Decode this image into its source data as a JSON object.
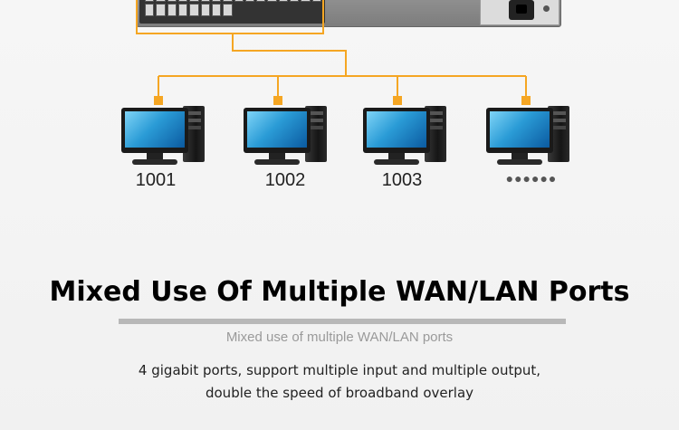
{
  "diagram": {
    "line_color": "#f5a623",
    "computers": [
      {
        "label": "1001"
      },
      {
        "label": "1002"
      },
      {
        "label": "1003"
      },
      {
        "label": "●●●●●●"
      }
    ]
  },
  "content": {
    "title": "Mixed Use Of Multiple WAN/LAN Ports",
    "subtitle": "Mixed use of multiple WAN/LAN ports",
    "description_line1": "4 gigabit ports, support multiple input and multiple output,",
    "description_line2": "double the speed of broadband overlay"
  }
}
